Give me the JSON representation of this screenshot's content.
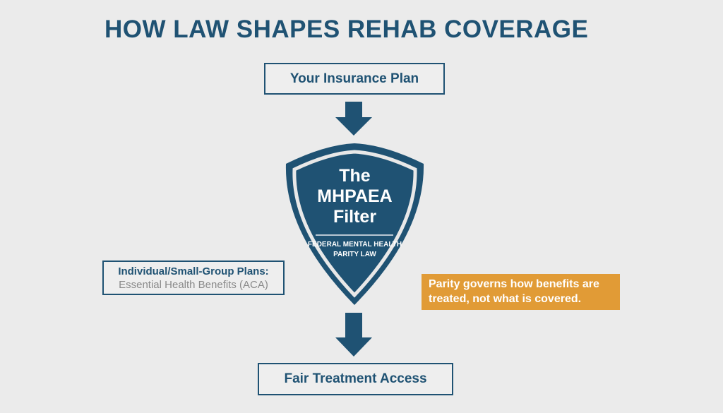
{
  "title": "HOW LAW SHAPES REHAB COVERAGE",
  "top_box": "Your Insurance Plan",
  "shield": {
    "line1": "The",
    "line2": "MHPAEA",
    "line3": "Filter",
    "sub1": "FEDERAL MENTAL HEALTH",
    "sub2": "PARITY LAW"
  },
  "side_box": {
    "heading": "Individual/Small-Group Plans:",
    "detail": "Essential Health Benefits (ACA)"
  },
  "note": "Parity governs how benefits are treated, not what is covered.",
  "bottom_box": "Fair Treatment Access",
  "colors": {
    "primary": "#1f5273",
    "accent": "#e19b36",
    "background": "#ebebeb"
  }
}
